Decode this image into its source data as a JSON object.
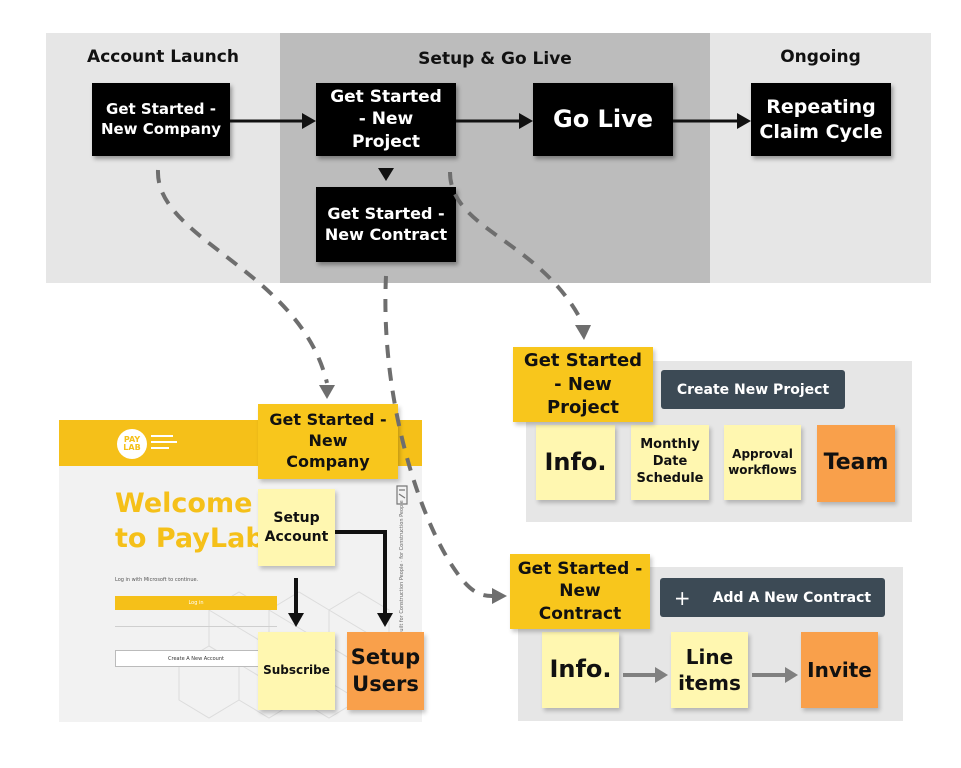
{
  "lanes": {
    "account_launch": "Account Launch",
    "setup_go_live": "Setup & Go Live",
    "ongoing": "Ongoing"
  },
  "flow": {
    "new_company": "Get Started - New Company",
    "new_project": "Get Started - New Project",
    "go_live": "Go Live",
    "repeating_claim": "Repeating Claim Cycle",
    "new_contract": "Get Started - New Contract"
  },
  "company_detail": {
    "header": "Get Started - New Company",
    "setup_account": "Setup Account",
    "subscribe": "Subscribe",
    "setup_users": "Setup Users",
    "screenshot": {
      "logo": "PAY LAB",
      "welcome_line1": "Welcome",
      "welcome_line2": "to PayLab.",
      "login_hint": "Log in with Microsoft to continue.",
      "login_button": "Log in",
      "create_account_button": "Create A New Account",
      "side_text": "Built for Construction People · for Construction People"
    }
  },
  "project_detail": {
    "header": "Get Started - New Project",
    "create_button": "Create New Project",
    "info": "Info.",
    "monthly_schedule": "Monthly Date Schedule",
    "approval_workflows": "Approval workflows",
    "team": "Team"
  },
  "contract_detail": {
    "header": "Get Started - New Contract",
    "add_button": "Add A New Contract",
    "plus": "+",
    "info": "Info.",
    "line_items": "Line items",
    "invite": "Invite"
  },
  "colors": {
    "sticky_light": "#fff7b0",
    "sticky_dark": "#f8c61c",
    "sticky_orange": "#f9a04b",
    "button": "#3c4a55",
    "lane_light": "#e6e6e6",
    "lane_dark": "#bcbcbc",
    "brand_yellow": "#f5c019"
  }
}
